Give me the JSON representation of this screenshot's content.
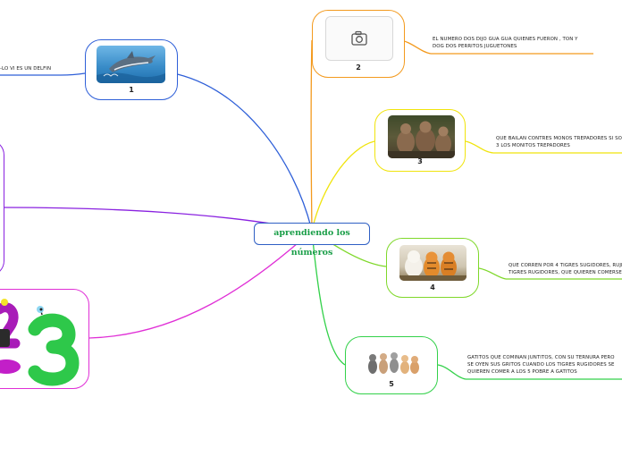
{
  "central": {
    "title": "aprendiendo los números"
  },
  "topics": [
    {
      "number": "1",
      "caption": "-LO VI ES UN DELFIN",
      "image": "dolphin-photo",
      "color": "#2e5fd8"
    },
    {
      "number": "2",
      "caption_line1": "EL NUMERO DOS DIJO GUA GUA QUIENES FUERON , TON Y",
      "caption_line2": "DOG DOS PERRITOS JUGUETONES",
      "image": "camera-icon",
      "color": "#f39a1e"
    },
    {
      "number": "3",
      "caption_line1": "QUE BAILAN CONTRES MONOS TREPADORES SI SO",
      "caption_line2": "3 LOS MONITOS TREPADORES",
      "image": "monkeys-photo",
      "color": "#f0e40c"
    },
    {
      "number": "4",
      "caption_line1": "QUE CORREN POR 4 TIGRES SUGIDORES, RUJE",
      "caption_line2": "TIGRES RUGIDORES, QUE QUIEREN COMERSE",
      "image": "tigers-photo",
      "color": "#7fd82a"
    },
    {
      "number": "5",
      "caption_line1": "GATITOS QUE COMINAN JUNTITOS, CON SU TERNURA PERO",
      "caption_line2": "SE OYEN SUS GRITOS CUANDO LOS TIGRES RUGIDORES SE",
      "caption_line3": "QUIEREN COMER A LOS 5 POBRE A GATITOS",
      "image": "cats-photo",
      "color": "#33d14a"
    },
    {
      "image": "cartoon-number-three",
      "color": "#e02fd6"
    },
    {
      "color": "#8a22e0"
    }
  ]
}
